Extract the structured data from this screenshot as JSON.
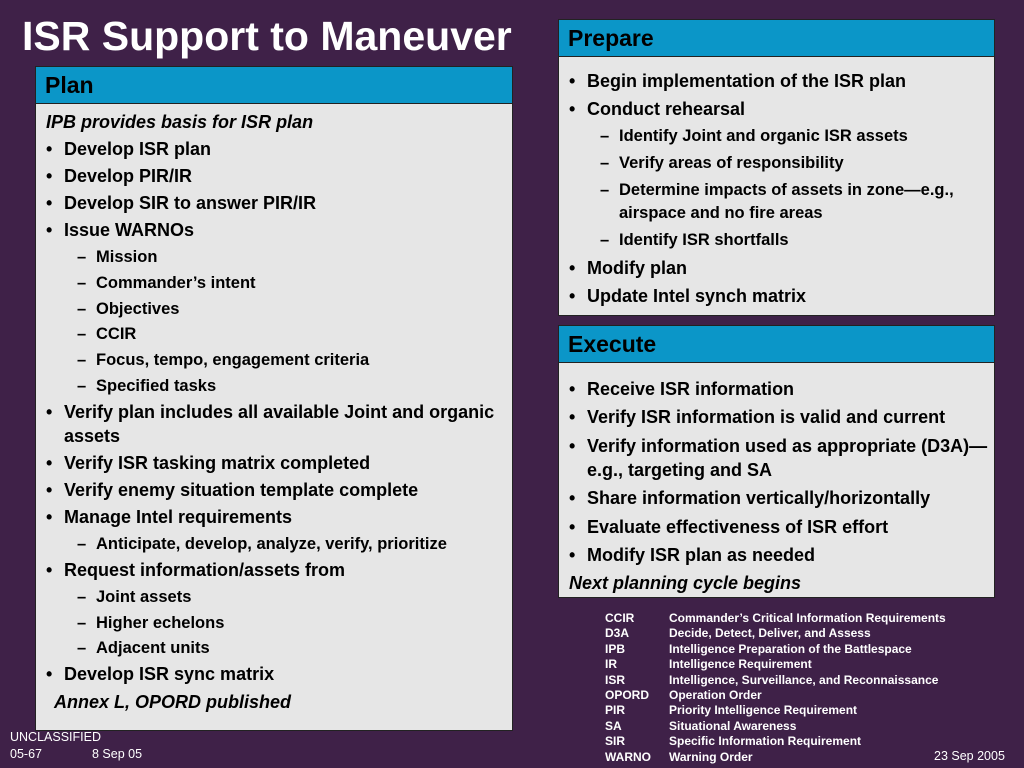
{
  "slide": {
    "title": "ISR Support to Maneuver"
  },
  "plan": {
    "header": "Plan",
    "intro": "IPB provides basis for ISR plan",
    "items": [
      {
        "level": 1,
        "text": "Develop ISR plan"
      },
      {
        "level": 1,
        "text": "Develop PIR/IR"
      },
      {
        "level": 1,
        "text": "Develop SIR to answer PIR/IR"
      },
      {
        "level": 1,
        "text": "Issue WARNOs"
      },
      {
        "level": 2,
        "text": "Mission"
      },
      {
        "level": 2,
        "text": "Commander’s intent"
      },
      {
        "level": 2,
        "text": "Objectives"
      },
      {
        "level": 2,
        "text": "CCIR"
      },
      {
        "level": 2,
        "text": "Focus, tempo, engagement criteria"
      },
      {
        "level": 2,
        "text": "Specified tasks"
      },
      {
        "level": 1,
        "text": "Verify plan includes all available Joint and organic assets"
      },
      {
        "level": 1,
        "text": "Verify ISR tasking matrix completed"
      },
      {
        "level": 1,
        "text": "Verify enemy situation template complete"
      },
      {
        "level": 1,
        "text": "Manage Intel requirements"
      },
      {
        "level": 2,
        "text": "Anticipate, develop, analyze, verify, prioritize"
      },
      {
        "level": 1,
        "text": "Request information/assets from"
      },
      {
        "level": 2,
        "text": "Joint assets"
      },
      {
        "level": 2,
        "text": "Higher echelons"
      },
      {
        "level": 2,
        "text": "Adjacent units"
      },
      {
        "level": 1,
        "text": "Develop ISR sync matrix"
      }
    ],
    "closing": "Annex L, OPORD published"
  },
  "prepare": {
    "header": "Prepare",
    "items": [
      {
        "level": 1,
        "text": "Begin implementation of the ISR plan"
      },
      {
        "level": 1,
        "text": "Conduct rehearsal"
      },
      {
        "level": 2,
        "text": "Identify Joint and organic ISR assets"
      },
      {
        "level": 2,
        "text": "Verify areas of responsibility"
      },
      {
        "level": 2,
        "text": "Determine impacts of assets in zone—e.g., airspace and no fire areas"
      },
      {
        "level": 2,
        "text": "Identify ISR shortfalls"
      },
      {
        "level": 1,
        "text": "Modify plan"
      },
      {
        "level": 1,
        "text": "Update Intel synch matrix"
      }
    ]
  },
  "execute": {
    "header": "Execute",
    "items": [
      {
        "level": 1,
        "text": "Receive ISR information"
      },
      {
        "level": 1,
        "text": "Verify ISR information is valid and current"
      },
      {
        "level": 1,
        "text": "Verify information used as appropriate (D3A)—e.g., targeting and SA"
      },
      {
        "level": 1,
        "text": "Share information vertically/horizontally"
      },
      {
        "level": 1,
        "text": "Evaluate effectiveness of ISR effort"
      },
      {
        "level": 1,
        "text": "Modify ISR plan as needed"
      }
    ],
    "closing": "Next planning cycle begins"
  },
  "glossary": [
    {
      "abbr": "CCIR",
      "def": "Commander’s Critical Information Requirements"
    },
    {
      "abbr": "D3A",
      "def": "Decide, Detect, Deliver, and Assess"
    },
    {
      "abbr": "IPB",
      "def": "Intelligence Preparation of the Battlespace"
    },
    {
      "abbr": "IR",
      "def": "Intelligence Requirement"
    },
    {
      "abbr": "ISR",
      "def": "Intelligence, Surveillance, and Reconnaissance"
    },
    {
      "abbr": "OPORD",
      "def": "Operation Order"
    },
    {
      "abbr": "PIR",
      "def": "Priority Intelligence Requirement"
    },
    {
      "abbr": "SA",
      "def": "Situational Awareness"
    },
    {
      "abbr": "SIR",
      "def": "Specific Information Requirement"
    },
    {
      "abbr": "WARNO",
      "def": "Warning Order"
    }
  ],
  "footer": {
    "classification": "UNCLASSIFIED",
    "slide_number": "05-67",
    "slide_date": "8 Sep 05",
    "right_date": "23 Sep 2005"
  },
  "symbols": {
    "bullet": "•",
    "dash": "–"
  },
  "colors": {
    "background": "#3f2148",
    "panel_header": "#0b96c8",
    "panel_body": "#e6e6e6",
    "text_light": "#ffffff"
  }
}
